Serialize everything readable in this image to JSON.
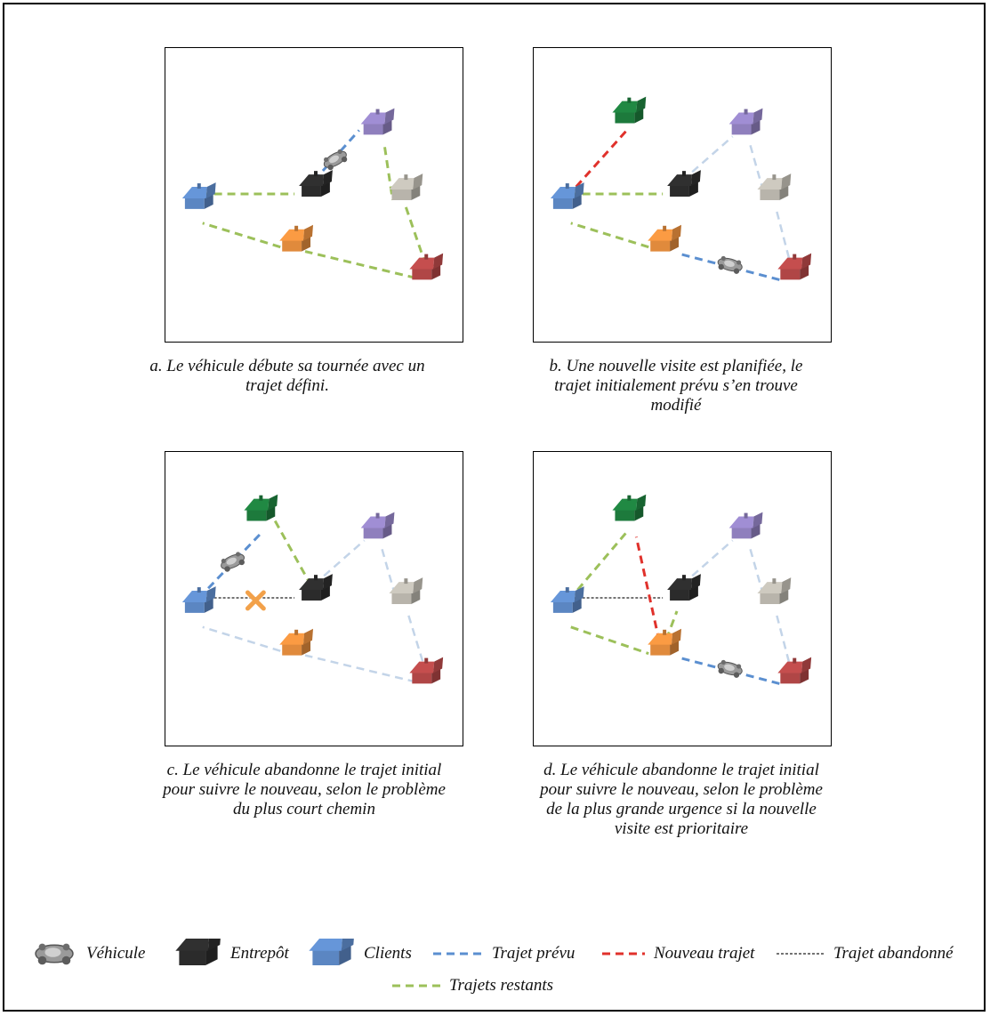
{
  "panels": [
    {
      "id": "a",
      "caption": "a. Le véhicule débute sa tournée avec un trajet défini."
    },
    {
      "id": "b",
      "caption": "b. Une nouvelle visite est planifiée, le trajet initialement prévu s’en trouve modifié"
    },
    {
      "id": "c",
      "caption": "c. Le véhicule abandonne le trajet initial pour suivre le nouveau, selon le problème du plus court chemin"
    },
    {
      "id": "d",
      "caption": "d. Le véhicule abandonne le trajet initial pour suivre le nouveau, selon le problème de la plus grande urgence si la nouvelle visite est prioritaire"
    }
  ],
  "legend": {
    "vehicle": "Véhicule",
    "depot": "Entrepôt",
    "clients": "Clients",
    "planned": "Trajet prévu",
    "new": "Nouveau trajet",
    "abandoned": "Trajet abandonné",
    "remaining": "Trajets restants"
  },
  "colors": {
    "planned": "#5b8fd0",
    "planned_faded": "#c3d4e8",
    "new": "#e0312b",
    "abandoned": "#222222",
    "remaining": "#9cc05a",
    "marker_x": "#f2a14a",
    "house_blue": "#5b86c2",
    "house_black": "#2b2b2b",
    "house_purple": "#8f7fbd",
    "house_gray": "#b8b4ab",
    "house_red": "#b04646",
    "house_orange": "#e08a3c",
    "house_green": "#1d7a3c",
    "vehicle": "#9a9a9a"
  },
  "icons": {
    "house": "house-icon",
    "vehicle": "car-icon",
    "cancel": "x-mark-icon"
  }
}
